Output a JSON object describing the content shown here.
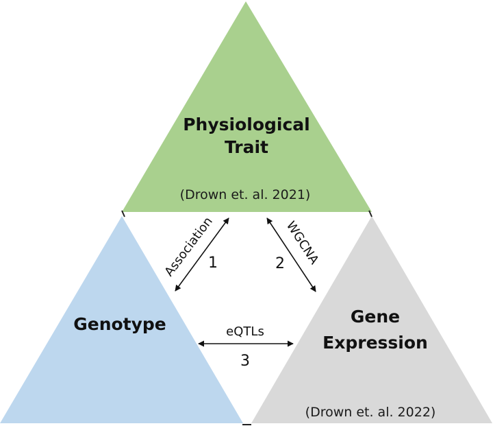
{
  "nodes": {
    "trait": {
      "title_line1": "Physiological",
      "title_line2": "Trait",
      "citation": "(Drown et. al. 2021)",
      "color": "#a9d08e"
    },
    "genotype": {
      "title": "Genotype",
      "color": "#bdd7ee"
    },
    "expression": {
      "title_line1": "Gene",
      "title_line2": "Expression",
      "citation": "(Drown et. al. 2022)",
      "color": "#d9d9d9"
    }
  },
  "edges": {
    "association": {
      "label": "Association",
      "number": "1"
    },
    "wgcna": {
      "label": "WGCNA",
      "number": "2"
    },
    "eqtls": {
      "label": "eQTLs",
      "number": "3"
    }
  }
}
